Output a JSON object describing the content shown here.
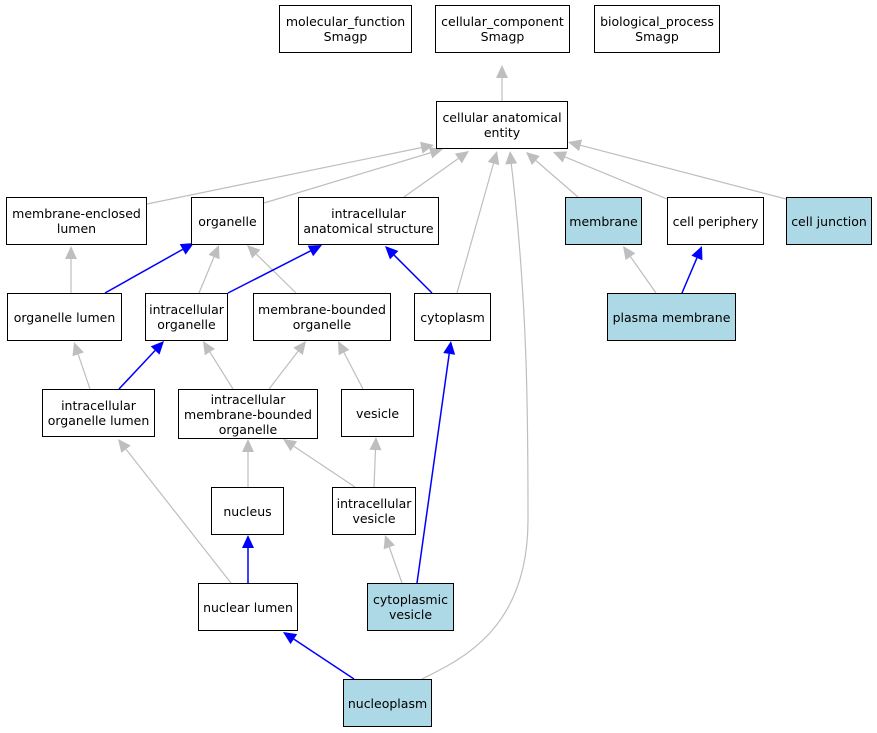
{
  "colors": {
    "background": "#ffffff",
    "highlight_fill": "#add8e6",
    "edge_is_a": "#bebebe",
    "edge_part_of": "#0000ff",
    "border": "#000000"
  },
  "nodes": {
    "mf": {
      "label": "molecular_function\nSmagp",
      "highlighted": false
    },
    "cc": {
      "label": "cellular_component\nSmagp",
      "highlighted": false
    },
    "bp": {
      "label": "biological_process\nSmagp",
      "highlighted": false
    },
    "cae": {
      "label": "cellular anatomical\nentity",
      "highlighted": false
    },
    "mel": {
      "label": "membrane-enclosed\nlumen",
      "highlighted": false
    },
    "org": {
      "label": "organelle",
      "highlighted": false
    },
    "ias": {
      "label": "intracellular\nanatomical structure",
      "highlighted": false
    },
    "mem": {
      "label": "membrane",
      "highlighted": true
    },
    "cp": {
      "label": "cell periphery",
      "highlighted": false
    },
    "cj": {
      "label": "cell junction",
      "highlighted": true
    },
    "ol": {
      "label": "organelle lumen",
      "highlighted": false
    },
    "io": {
      "label": "intracellular\norganelle",
      "highlighted": false
    },
    "mbo": {
      "label": "membrane-bounded\norganelle",
      "highlighted": false
    },
    "cyt": {
      "label": "cytoplasm",
      "highlighted": false
    },
    "pm": {
      "label": "plasma membrane",
      "highlighted": true
    },
    "iol": {
      "label": "intracellular\norganelle lumen",
      "highlighted": false
    },
    "imbo": {
      "label": "intracellular\nmembrane-bounded\norganelle",
      "highlighted": false
    },
    "ves": {
      "label": "vesicle",
      "highlighted": false
    },
    "nuc": {
      "label": "nucleus",
      "highlighted": false
    },
    "iv": {
      "label": "intracellular\nvesicle",
      "highlighted": false
    },
    "nl": {
      "label": "nuclear lumen",
      "highlighted": false
    },
    "cv": {
      "label": "cytoplasmic\nvesicle",
      "highlighted": true
    },
    "np": {
      "label": "nucleoplasm",
      "highlighted": true
    }
  },
  "edges": [
    {
      "from": "cae",
      "to": "cc",
      "rel": "is_a"
    },
    {
      "from": "mel",
      "to": "cae",
      "rel": "is_a"
    },
    {
      "from": "org",
      "to": "cae",
      "rel": "is_a"
    },
    {
      "from": "ias",
      "to": "cae",
      "rel": "is_a"
    },
    {
      "from": "mem",
      "to": "cae",
      "rel": "is_a"
    },
    {
      "from": "cp",
      "to": "cae",
      "rel": "is_a"
    },
    {
      "from": "cj",
      "to": "cae",
      "rel": "is_a"
    },
    {
      "from": "cyt",
      "to": "cae",
      "rel": "is_a"
    },
    {
      "from": "np",
      "to": "cae",
      "rel": "is_a"
    },
    {
      "from": "ol",
      "to": "mel",
      "rel": "is_a"
    },
    {
      "from": "ol",
      "to": "org",
      "rel": "part_of"
    },
    {
      "from": "io",
      "to": "org",
      "rel": "is_a"
    },
    {
      "from": "io",
      "to": "ias",
      "rel": "part_of"
    },
    {
      "from": "mbo",
      "to": "org",
      "rel": "is_a"
    },
    {
      "from": "cyt",
      "to": "ias",
      "rel": "part_of"
    },
    {
      "from": "pm",
      "to": "mem",
      "rel": "is_a"
    },
    {
      "from": "pm",
      "to": "cp",
      "rel": "part_of"
    },
    {
      "from": "iol",
      "to": "ol",
      "rel": "is_a"
    },
    {
      "from": "iol",
      "to": "io",
      "rel": "part_of"
    },
    {
      "from": "imbo",
      "to": "io",
      "rel": "is_a"
    },
    {
      "from": "imbo",
      "to": "mbo",
      "rel": "is_a"
    },
    {
      "from": "ves",
      "to": "mbo",
      "rel": "is_a"
    },
    {
      "from": "nuc",
      "to": "imbo",
      "rel": "is_a"
    },
    {
      "from": "iv",
      "to": "imbo",
      "rel": "is_a"
    },
    {
      "from": "iv",
      "to": "ves",
      "rel": "is_a"
    },
    {
      "from": "nl",
      "to": "iol",
      "rel": "is_a"
    },
    {
      "from": "nl",
      "to": "nuc",
      "rel": "part_of"
    },
    {
      "from": "cv",
      "to": "iv",
      "rel": "is_a"
    },
    {
      "from": "cv",
      "to": "cyt",
      "rel": "part_of"
    },
    {
      "from": "np",
      "to": "nl",
      "rel": "part_of"
    }
  ]
}
